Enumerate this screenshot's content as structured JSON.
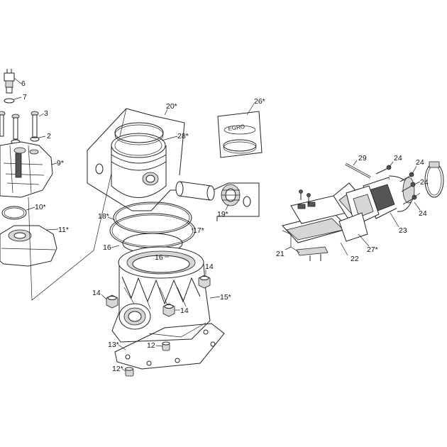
{
  "callouts": {
    "c6": "6",
    "c7": "7",
    "c3": "3",
    "c2": "2",
    "c9": "9*",
    "c10": "10*",
    "c11": "11*",
    "c20": "20*",
    "c28": "28*",
    "c26": "26*",
    "c19": "19*",
    "c18": "18*",
    "c17": "17*",
    "c16a": "16",
    "c16b": "16",
    "c14a": "14",
    "c14b": "14",
    "c14c": "14",
    "c15": "15*",
    "c13": "13*",
    "c12a": "12",
    "c12b": "12*",
    "c29": "29",
    "c24a": "24",
    "c24b": "24",
    "c24c": "24",
    "c24d": "24",
    "c23": "23",
    "c27": "27*",
    "c21": "21",
    "c22": "22"
  }
}
